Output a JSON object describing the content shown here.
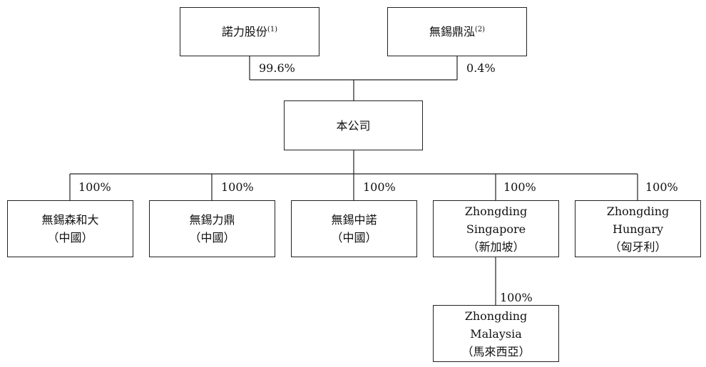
{
  "shareholders": [
    {
      "name": "諾力股份",
      "note": "(1)",
      "stake": "99.6%"
    },
    {
      "name": "無錫鼎泓",
      "note": "(2)",
      "stake": "0.4%"
    }
  ],
  "company": {
    "name": "本公司"
  },
  "subsidiaries": [
    {
      "lines": [
        "無錫森和大",
        "（中國）"
      ],
      "stake": "100%"
    },
    {
      "lines": [
        "無錫力鼎",
        "（中國）"
      ],
      "stake": "100%"
    },
    {
      "lines": [
        "無錫中諾",
        "（中國）"
      ],
      "stake": "100%"
    },
    {
      "lines": [
        "Zhongding",
        "Singapore",
        "（新加坡）"
      ],
      "stake": "100%"
    },
    {
      "lines": [
        "Zhongding",
        "Hungary",
        "（匈牙利）"
      ],
      "stake": "100%"
    }
  ],
  "sub_subsidiary": {
    "lines": [
      "Zhongding",
      "Malaysia",
      "（馬來西亞）"
    ],
    "stake": "100%"
  }
}
